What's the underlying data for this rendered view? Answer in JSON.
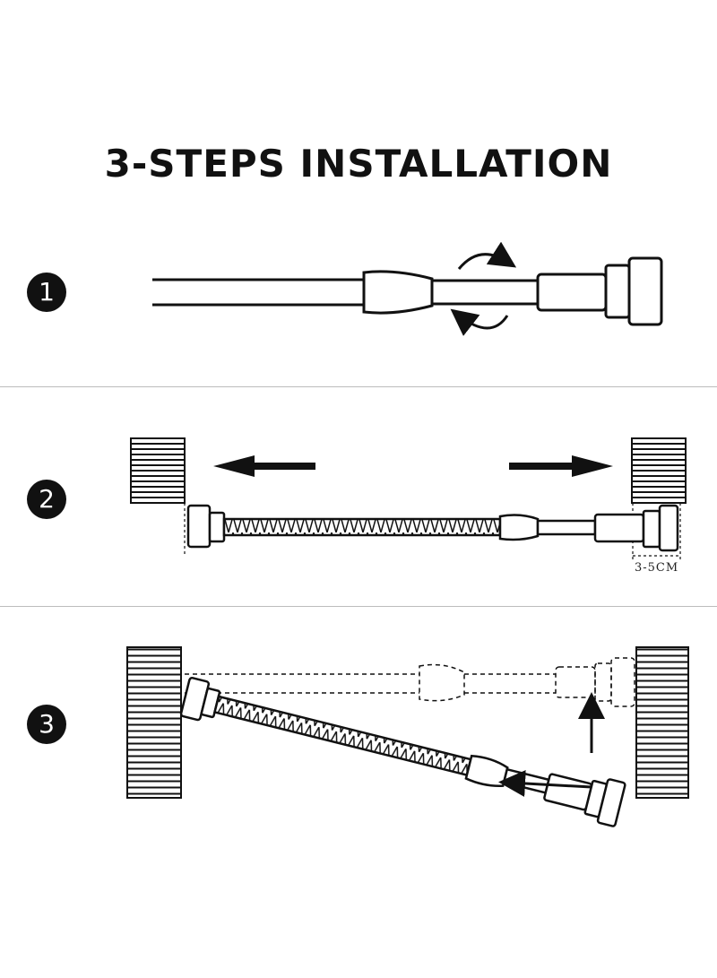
{
  "title": "3-STEPS INSTALLATION",
  "steps": [
    {
      "number": "1"
    },
    {
      "number": "2",
      "measurement": "3-5CM"
    },
    {
      "number": "3"
    }
  ]
}
